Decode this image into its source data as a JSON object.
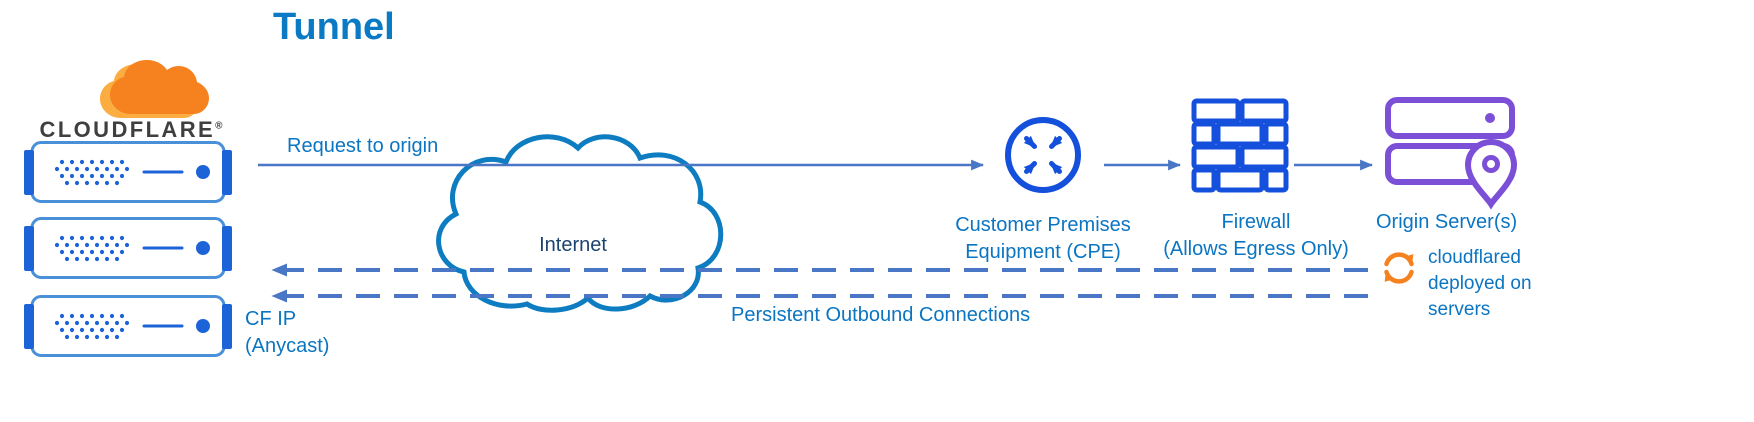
{
  "title": "Tunnel",
  "logo": {
    "brand": "CLOUDFLARE",
    "trademark": "®",
    "icon": "cloudflare-cloud-icon"
  },
  "nodes": {
    "edge_servers": {
      "icon": "cloudflare-edge-server-icon",
      "count": 3
    },
    "internet": {
      "label": "Internet",
      "icon": "internet-cloud-icon"
    },
    "cpe": {
      "label_line1": "Customer Premises",
      "label_line2": "Equipment (CPE)",
      "icon": "router-icon"
    },
    "firewall": {
      "label_line1": "Firewall",
      "label_line2": "(Allows Egress Only)",
      "icon": "brick-wall-icon"
    },
    "origin": {
      "label": "Origin Server(s)",
      "icon": "origin-server-pin-icon"
    },
    "cloudflared": {
      "label_line1": "cloudflared",
      "label_line2": "deployed on",
      "label_line3": "servers",
      "icon": "sync-icon"
    }
  },
  "edges": {
    "request": {
      "label": "Request to origin",
      "style": "solid",
      "direction": "left-to-right"
    },
    "persistent": {
      "label": "Persistent Outbound Connections",
      "style": "dashed",
      "direction": "right-to-left",
      "lines": 2
    },
    "cf_ip": {
      "label_line1": "CF IP",
      "label_line2": "(Anycast)"
    }
  },
  "colors": {
    "title_blue": "#0a7ac4",
    "label_blue": "#0b75c2",
    "flow_blue": "#4a76c6",
    "icon_blue": "#1450dc",
    "cloud_outline": "#0e7cc0",
    "internet_text": "#1d4370",
    "purple": "#7b4fd6",
    "orange": "#f6821f",
    "orange_light": "#fbad41",
    "server_blue": "#1d63d8",
    "server_border": "#4a90d9",
    "wordmark": "#3f3f41"
  }
}
